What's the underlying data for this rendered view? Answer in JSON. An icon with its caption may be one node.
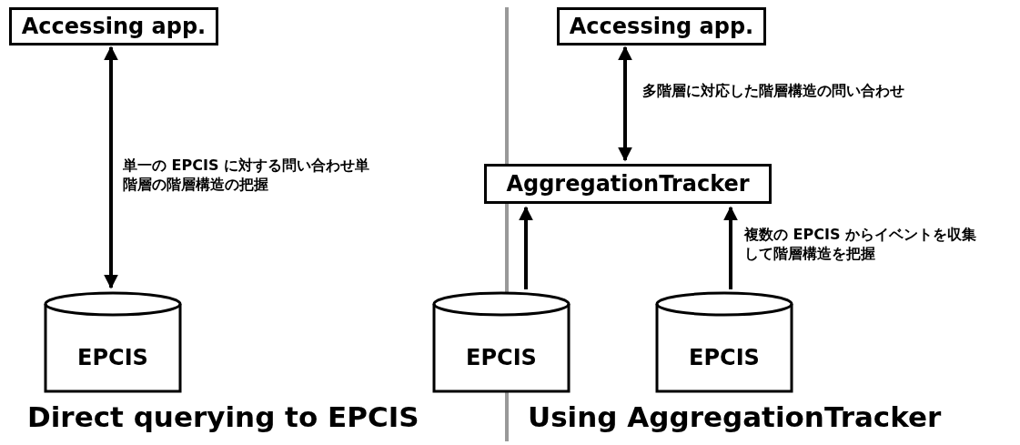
{
  "diagram": {
    "nodes": [
      {
        "text": [
          "Accessing app."
        ]
      },
      {
        "text": [
          "EPCIS"
        ]
      },
      {
        "text": [
          "Accessing app."
        ]
      },
      {
        "text": [
          "AggregationTracker"
        ]
      },
      {
        "text": [
          "EPCIS"
        ]
      },
      {
        "text": [
          "EPCIS"
        ]
      }
    ],
    "edges": [
      {
        "from": 0,
        "to": 1,
        "arrow": "both",
        "label": "単一の EPCIS に対する問い合わせ単階層の階層構造の把握"
      },
      {
        "from": 2,
        "to": 3,
        "arrow": "both",
        "label": "多階層に対応した階層構造の問い合わせ"
      },
      {
        "from": 4,
        "to": 3,
        "arrow": "to"
      },
      {
        "from": 5,
        "to": 3,
        "arrow": "to",
        "label": "複数の EPCIS からイベントを収集して階層構造を把握"
      }
    ],
    "labels": [
      "Direct querying to EPCIS",
      "Using AggregationTracker"
    ]
  }
}
